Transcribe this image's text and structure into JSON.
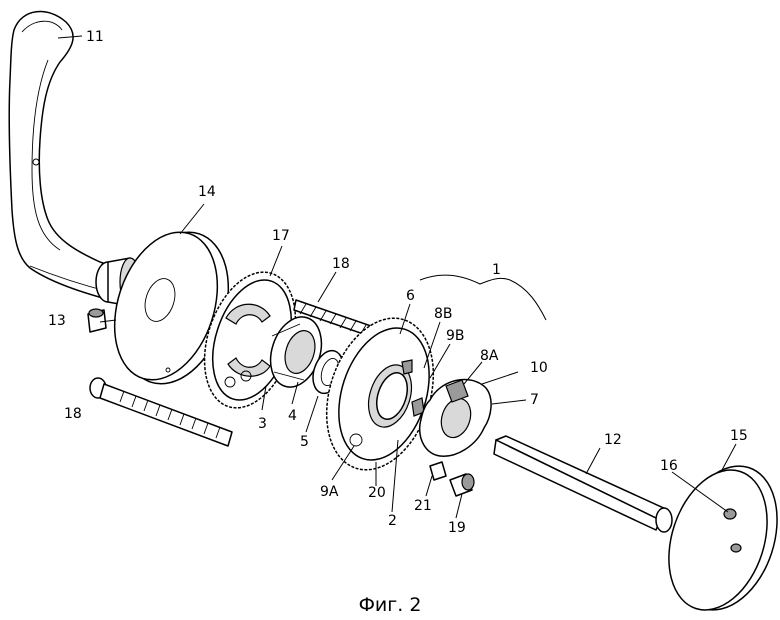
{
  "figure": {
    "caption": "Фиг. 2",
    "labels": {
      "l1": "1",
      "l2": "2",
      "l3": "3",
      "l4": "4",
      "l5": "5",
      "l6": "6",
      "l7": "7",
      "l8A": "8A",
      "l8B": "8B",
      "l9A": "9A",
      "l9B": "9B",
      "l10": "10",
      "l11": "11",
      "l12": "12",
      "l13": "13",
      "l14": "14",
      "l15": "15",
      "l16": "16",
      "l17": "17",
      "l18a": "18",
      "l18b": "18",
      "l19": "19",
      "l20": "20",
      "l21": "21"
    }
  }
}
